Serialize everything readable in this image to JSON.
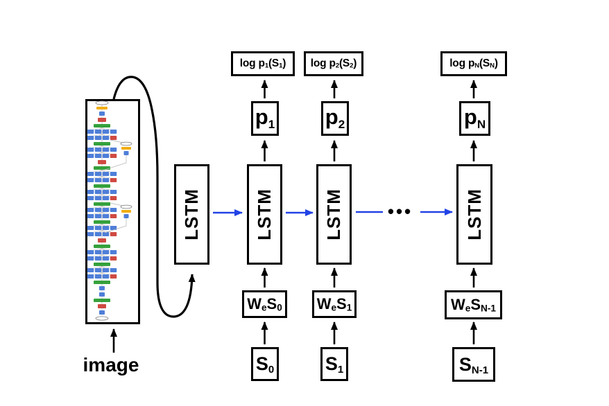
{
  "labels": {
    "image": "image",
    "lstm": "LSTM",
    "ellipsis": "•••"
  },
  "columns": [
    {
      "log": {
        "pre": "log p",
        "p_sub": "1",
        "mid": "(S",
        "s_sub": "1",
        "post": ")"
      },
      "p": {
        "base": "p",
        "sub": "1"
      },
      "we": {
        "w": "W",
        "e": "e",
        "s": "S",
        "sub": "0"
      },
      "s": {
        "base": "S",
        "sub": "0"
      }
    },
    {
      "log": {
        "pre": "log p",
        "p_sub": "2",
        "mid": "(S",
        "s_sub": "2",
        "post": ")"
      },
      "p": {
        "base": "p",
        "sub": "2"
      },
      "we": {
        "w": "W",
        "e": "e",
        "s": "S",
        "sub": "1"
      },
      "s": {
        "base": "S",
        "sub": "1"
      }
    },
    {
      "log": {
        "pre": "log p",
        "p_sub": "N",
        "mid": "(S",
        "s_sub": "N",
        "post": ")"
      },
      "p": {
        "base": "p",
        "sub": "N"
      },
      "we": {
        "w": "W",
        "e": "e",
        "s": "S",
        "sub": "N-1"
      },
      "s": {
        "base": "S",
        "sub": "N-1"
      }
    }
  ],
  "colors": {
    "ink": "#000000",
    "arrow_blue": "#2243e6",
    "cnn": {
      "blue": "#4e7ed8",
      "red": "#cf4a41",
      "green": "#35a13c",
      "yellow": "#f2ae13",
      "line": "#b3b3b3",
      "ellipse_stroke": "#777777",
      "ellipse_fill": "#ffffff"
    }
  },
  "cnn": {
    "sequence": [
      "E",
      "Y",
      "B",
      "R",
      "G",
      "Q",
      "W",
      "G",
      "Q",
      "W",
      "R",
      "G",
      "Q",
      "W",
      "G",
      "Q",
      "W",
      "G",
      "Q",
      "W",
      "G",
      "Q",
      "W",
      "R",
      "G",
      "Q",
      "W",
      "G",
      "Q",
      "W",
      "G",
      "B",
      "B",
      "G",
      "R",
      "B",
      "E"
    ],
    "aux_y": [
      205,
      296
    ]
  }
}
